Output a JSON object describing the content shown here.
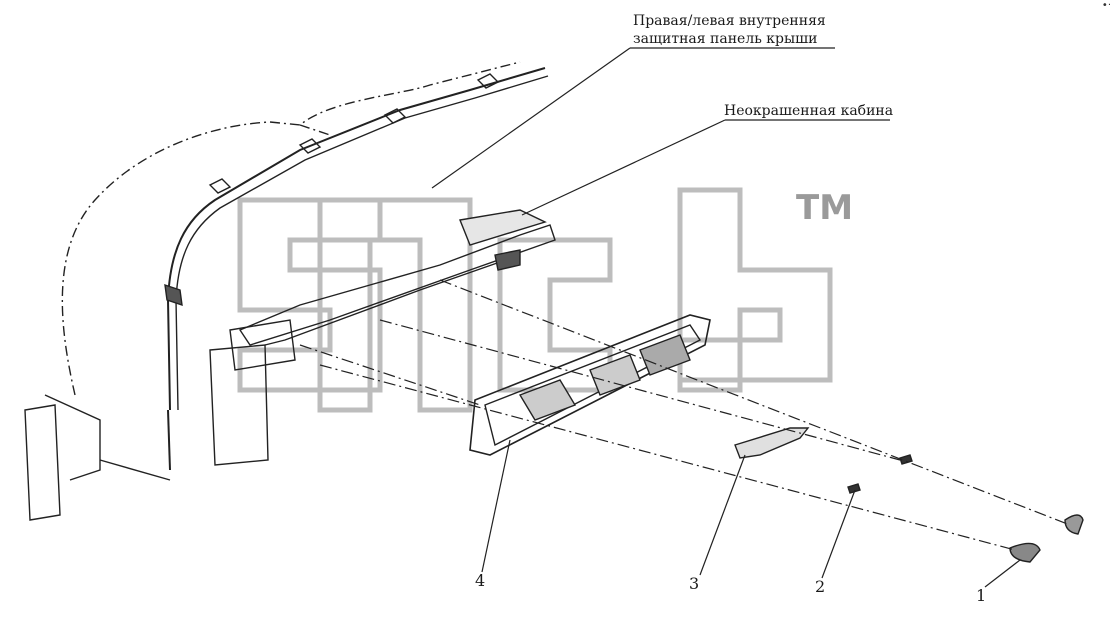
{
  "labels": {
    "roof_panel_line1": "Правая/левая внутренняя",
    "roof_panel_line2": "защитная панель крыши",
    "unpainted_cab": "Неокрашенная кабина"
  },
  "callouts": [
    "1",
    "2",
    "3",
    "4"
  ],
  "watermark": {
    "trademark": "TM"
  },
  "corner_mark": "•·"
}
